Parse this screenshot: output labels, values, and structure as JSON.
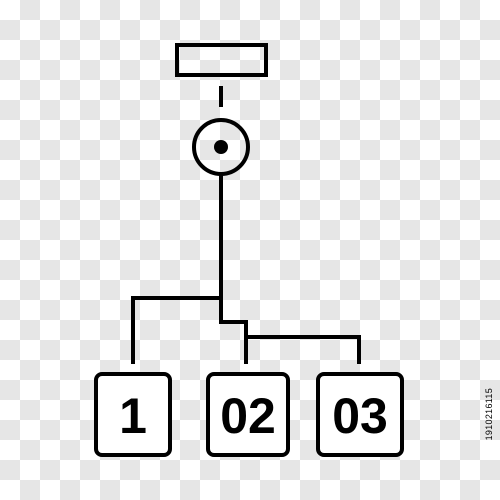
{
  "diagram": {
    "nodes": [
      {
        "id": "box-1",
        "label": "1"
      },
      {
        "id": "box-2",
        "label": "02"
      },
      {
        "id": "box-3",
        "label": "03"
      }
    ],
    "stroke_color": "#000000",
    "background": "checkerboard transparency pattern"
  },
  "watermark": {
    "stock_id": "1910216115"
  }
}
